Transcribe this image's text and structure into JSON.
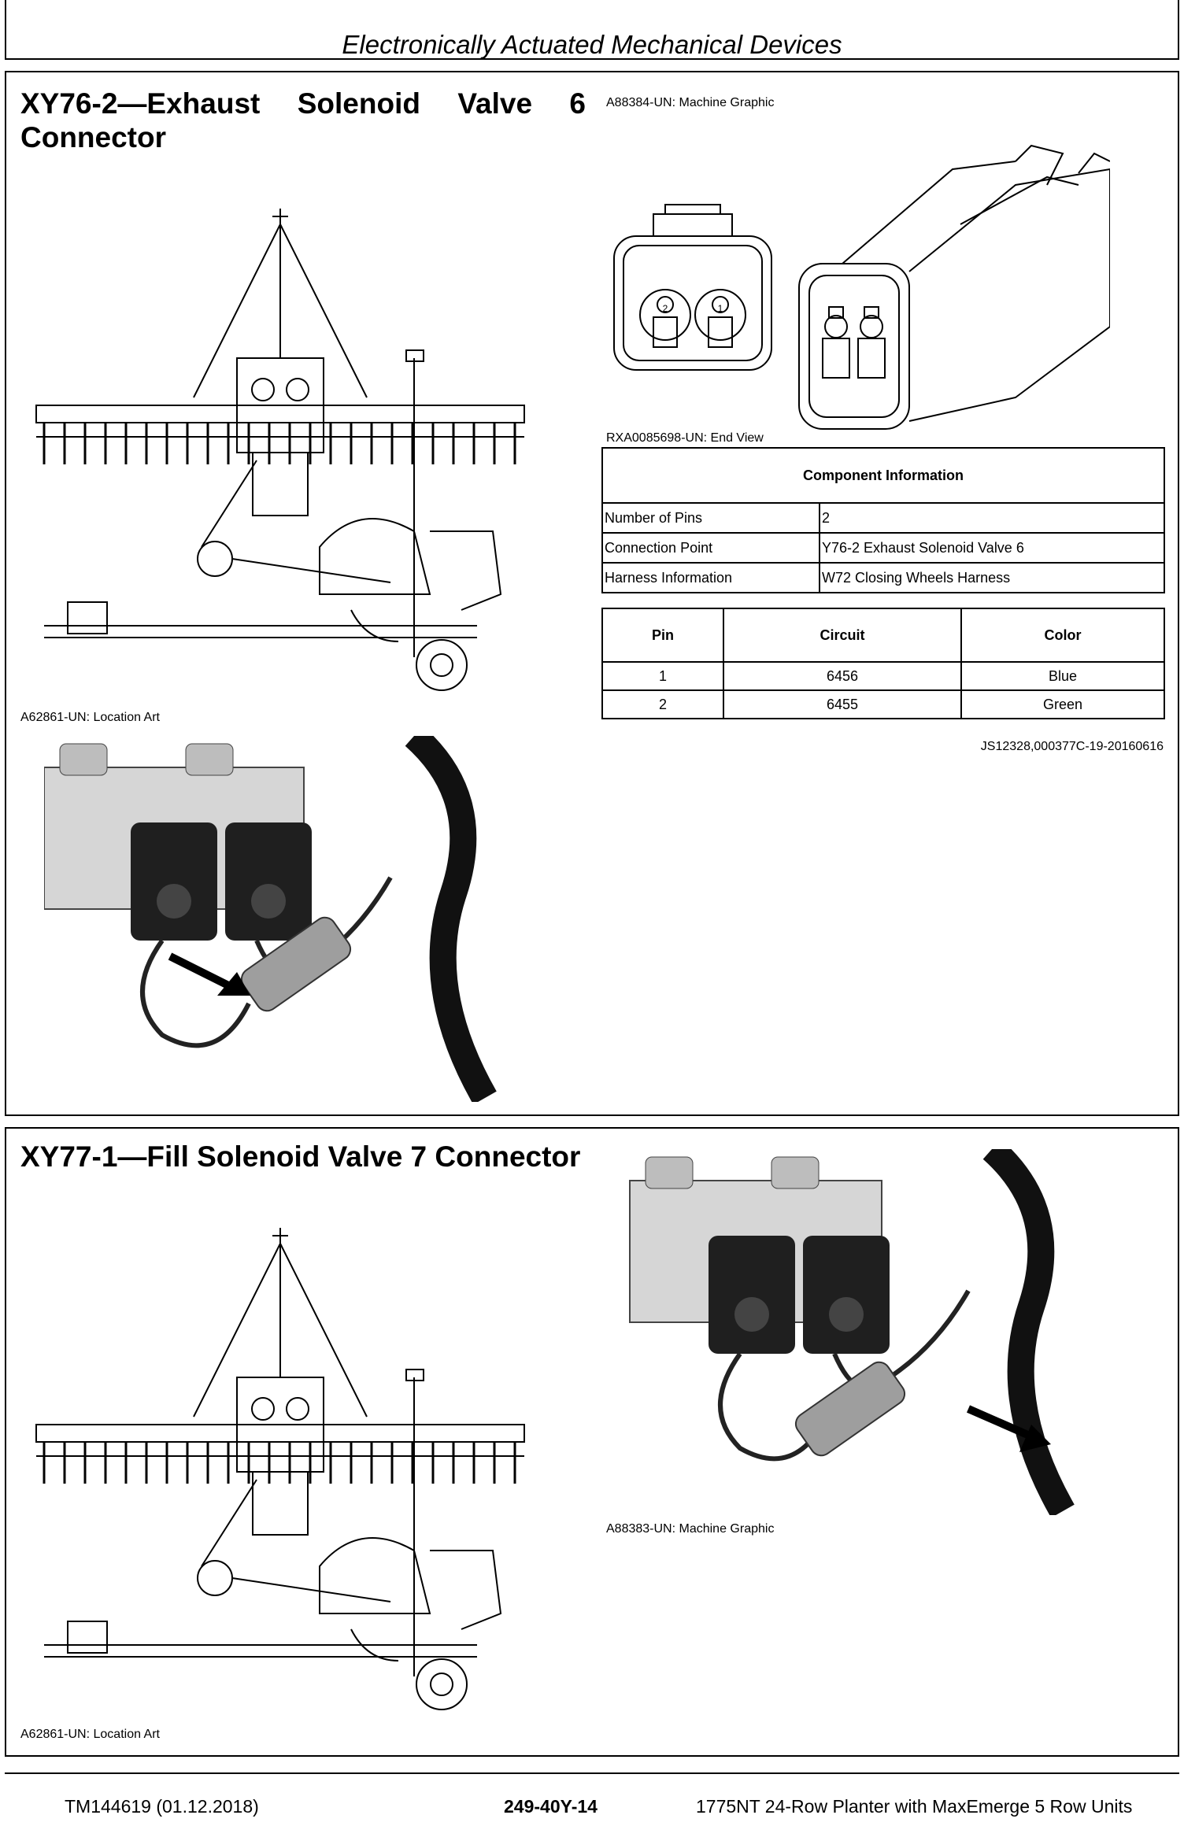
{
  "header": {
    "title": "Electronically Actuated Mechanical Devices"
  },
  "section1": {
    "title_line1": [
      "XY76-2—Exhaust",
      "Solenoid",
      "Valve",
      "6"
    ],
    "title_line2": "Connector",
    "machine_graphic_caption": "A88384-UN: Machine Graphic",
    "end_view_caption": "RXA0085698-UN: End View",
    "location_art_caption": "A62861-UN: Location Art",
    "pin_labels": [
      "2",
      "1"
    ],
    "component_info": {
      "heading": "Component Information",
      "rows": [
        {
          "label": "Number of Pins",
          "value": "2"
        },
        {
          "label": "Connection Point",
          "value": "Y76-2 Exhaust Solenoid Valve 6"
        },
        {
          "label": "Harness Information",
          "value": "W72 Closing Wheels Harness"
        }
      ]
    },
    "pin_table": {
      "headers": [
        "Pin",
        "Circuit",
        "Color"
      ],
      "rows": [
        {
          "pin": "1",
          "circuit": "6456",
          "color": "Blue"
        },
        {
          "pin": "2",
          "circuit": "6455",
          "color": "Green"
        }
      ]
    },
    "doc_id": "JS12328,000377C-19-20160616"
  },
  "section2": {
    "title": "XY77-1—Fill Solenoid Valve 7 Connector",
    "machine_graphic_caption": "A88383-UN: Machine Graphic",
    "location_art_caption": "A62861-UN: Location Art"
  },
  "footer": {
    "left": "TM144619 (01.12.2018)",
    "center": "249-40Y-14",
    "right": "1775NT 24-Row Planter with MaxEmerge 5 Row Units"
  }
}
